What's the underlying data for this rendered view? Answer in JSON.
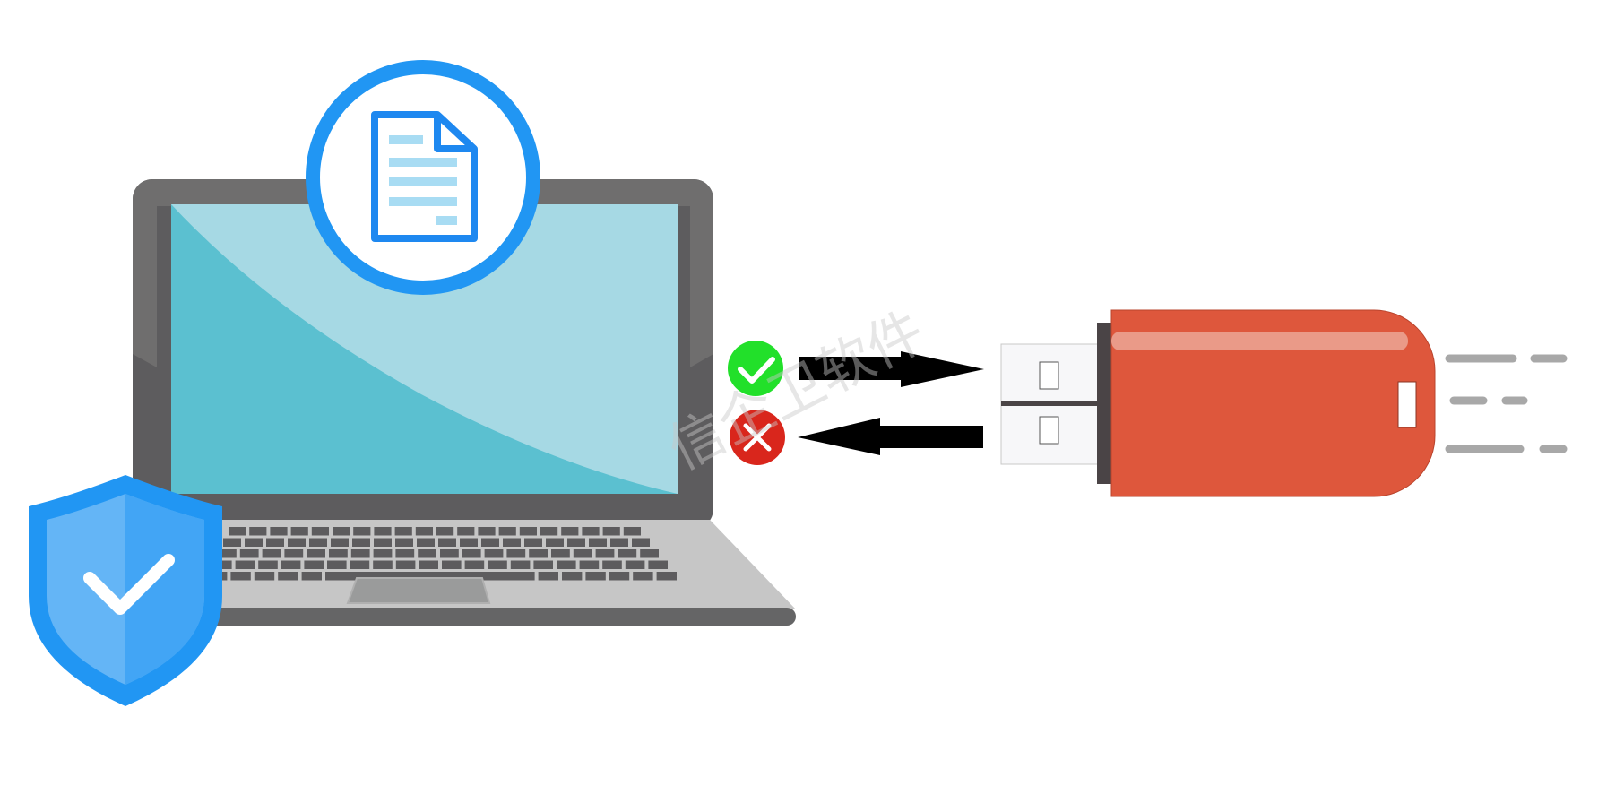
{
  "watermark": {
    "text": "信企卫软件"
  },
  "laptop": {
    "body_color": "#5d5c5e",
    "screen_color": "#5bc0d0",
    "base_color": "#c6c6c6"
  },
  "file_badge": {
    "ring_color": "#2196f3",
    "icon": "document-icon"
  },
  "shield": {
    "color": "#2196f3",
    "icon": "shield-check-icon"
  },
  "status": {
    "allowed": {
      "icon": "check-icon",
      "color": "#22e02a"
    },
    "blocked": {
      "icon": "cross-icon",
      "color": "#d9261c"
    }
  },
  "usb": {
    "body_color": "#de573c",
    "icon": "usb-drive-icon"
  },
  "arrows": {
    "color": "#000000",
    "outgoing": "laptop-to-usb",
    "incoming": "usb-to-laptop"
  }
}
